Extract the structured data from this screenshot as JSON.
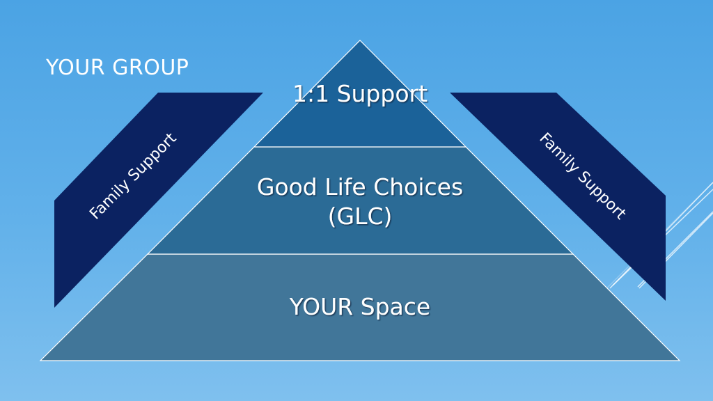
{
  "slide": {
    "title": "YOUR GROUP"
  },
  "pyramid": {
    "top_label": "1:1 Support",
    "middle_label_line1": "Good Life Choices",
    "middle_label_line2": "(GLC)",
    "bottom_label": "YOUR Space"
  },
  "side_panels": {
    "left_label": "Family Support",
    "right_label": "Family Support"
  },
  "colors": {
    "background_top": "#4ba3e4",
    "background_bottom": "#7fc0ee",
    "tier_top": "#1b6299",
    "tier_middle": "#2b6b96",
    "tier_bottom": "#417699",
    "side_panel": "#0b2261",
    "outline": "#ffffff"
  }
}
